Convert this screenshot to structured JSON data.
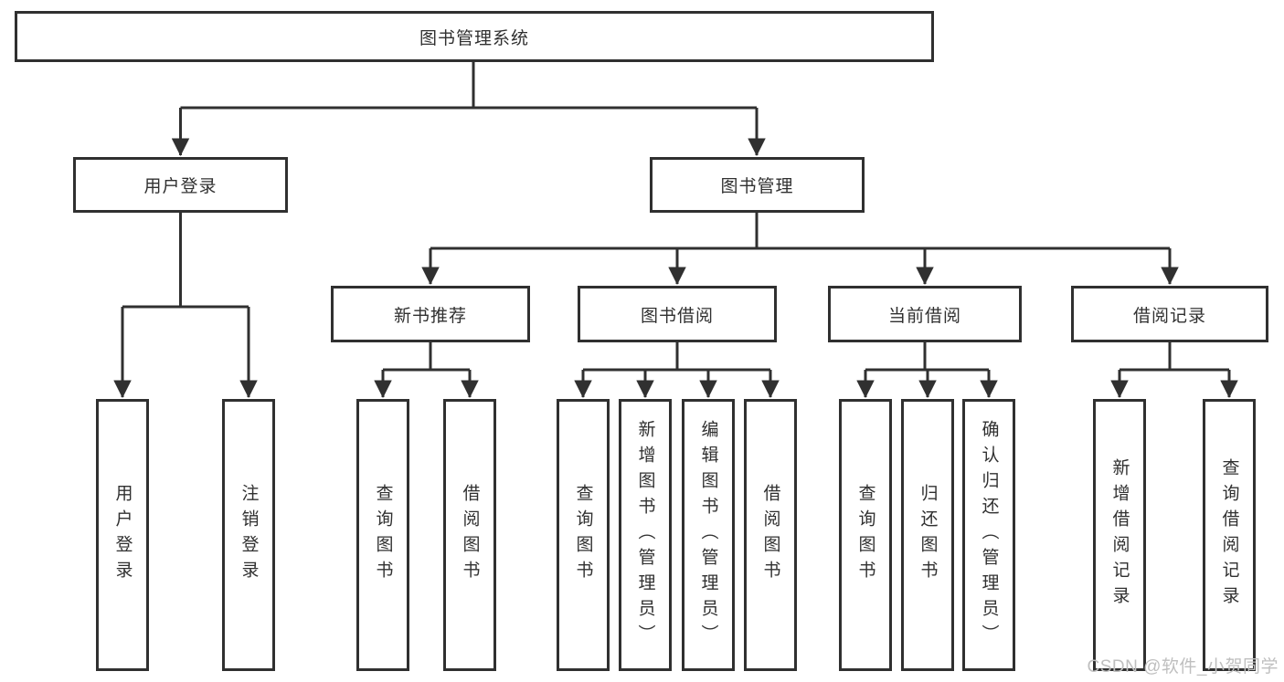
{
  "tree": {
    "root": {
      "label": "图书管理系统"
    },
    "level2": [
      {
        "label": "用户登录",
        "children": [
          {
            "label": "用户登录"
          },
          {
            "label": "注销登录"
          }
        ]
      },
      {
        "label": "图书管理",
        "children": [
          {
            "label": "新书推荐",
            "children": [
              {
                "label": "查询图书"
              },
              {
                "label": "借阅图书"
              }
            ]
          },
          {
            "label": "图书借阅",
            "children": [
              {
                "label": "查询图书"
              },
              {
                "label": "新增图书（管理员）"
              },
              {
                "label": "编辑图书（管理员）"
              },
              {
                "label": "借阅图书"
              }
            ]
          },
          {
            "label": "当前借阅",
            "children": [
              {
                "label": "查询图书"
              },
              {
                "label": "归还图书"
              },
              {
                "label": "确认归还（管理员）"
              }
            ]
          },
          {
            "label": "借阅记录",
            "children": [
              {
                "label": "新增借阅记录"
              },
              {
                "label": "查询借阅记录"
              }
            ]
          }
        ]
      }
    ]
  },
  "watermark": "CSDN @软件_小贺同学",
  "colors": {
    "line": "#303030",
    "box_border": "#303030",
    "text": "#303030",
    "watermark": "#bfbfbf",
    "background": "#ffffff"
  }
}
